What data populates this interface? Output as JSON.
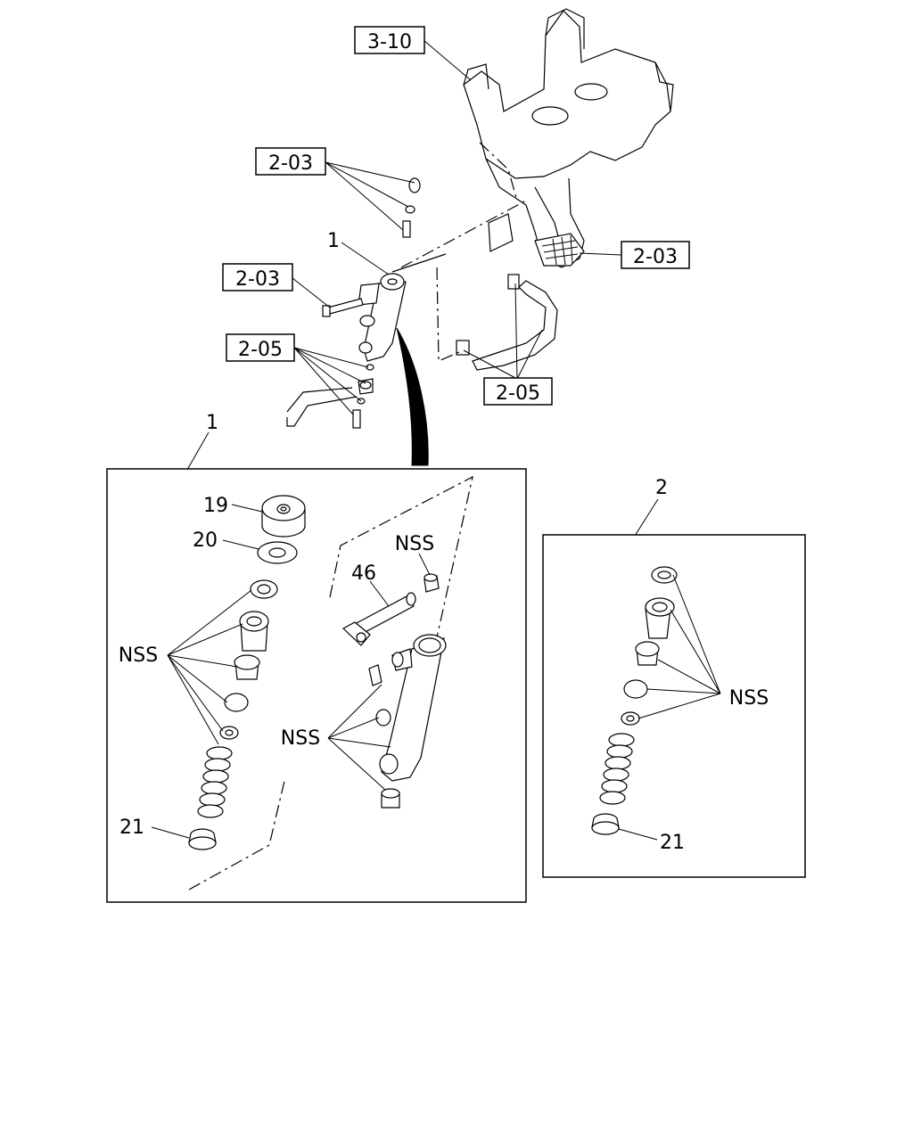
{
  "callouts": {
    "ref_3_10": "3-10",
    "ref_2_03_top": "2-03",
    "ref_2_03_pedal": "2-03",
    "ref_2_03_bolt": "2-03",
    "ref_2_05_left": "2-05",
    "ref_2_05_hose": "2-05"
  },
  "labels": {
    "part_1_top": "1",
    "part_1_box": "1",
    "part_2_box": "2",
    "part_19": "19",
    "part_20": "20",
    "part_46": "46",
    "part_21_left": "21",
    "part_21_right": "21",
    "nss_pushrod": "NSS",
    "nss_left_stack": "NSS",
    "nss_body": "NSS",
    "nss_right_stack": "NSS"
  }
}
